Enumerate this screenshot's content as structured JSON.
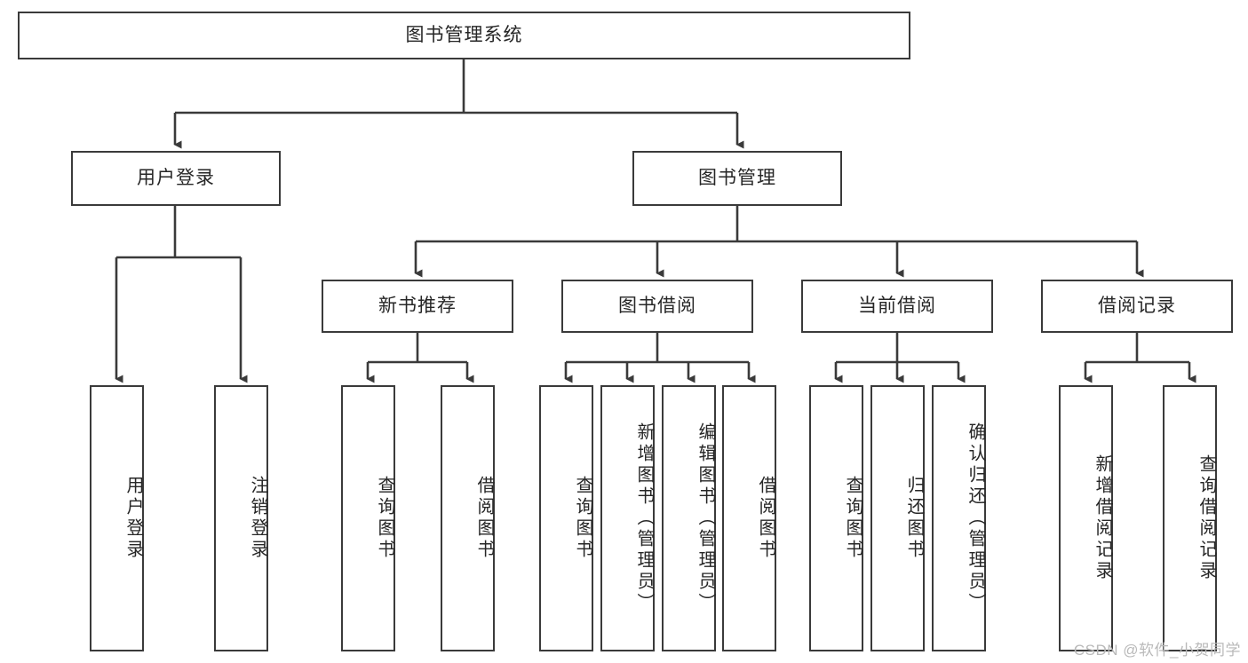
{
  "diagram": {
    "title": "图书管理系统",
    "watermark": "CSDN @软件_小贺同学",
    "line_color": "#3a3a3a",
    "box_fill": "#ffffff",
    "text_color": "#262626",
    "levels": {
      "level1": {
        "label": "图书管理系统"
      },
      "level2": [
        {
          "label": "用户登录"
        },
        {
          "label": "图书管理"
        }
      ],
      "level3": [
        {
          "label": "新书推荐"
        },
        {
          "label": "图书借阅"
        },
        {
          "label": "当前借阅"
        },
        {
          "label": "借阅记录"
        }
      ],
      "level4": {
        "user_login_children": [
          {
            "label": "用户登录"
          },
          {
            "label": "注销登录"
          }
        ],
        "new_book_children": [
          {
            "label": "查询图书"
          },
          {
            "label": "借阅图书"
          }
        ],
        "book_borrow_children": [
          {
            "label": "查询图书"
          },
          {
            "label": "新增图书（管理员）"
          },
          {
            "label": "编辑图书（管理员）"
          },
          {
            "label": "借阅图书"
          }
        ],
        "current_borrow_children": [
          {
            "label": "查询图书"
          },
          {
            "label": "归还图书"
          },
          {
            "label": "确认归还（管理员）"
          }
        ],
        "borrow_record_children": [
          {
            "label": "新增借阅记录"
          },
          {
            "label": "查询借阅记录"
          }
        ]
      }
    }
  }
}
